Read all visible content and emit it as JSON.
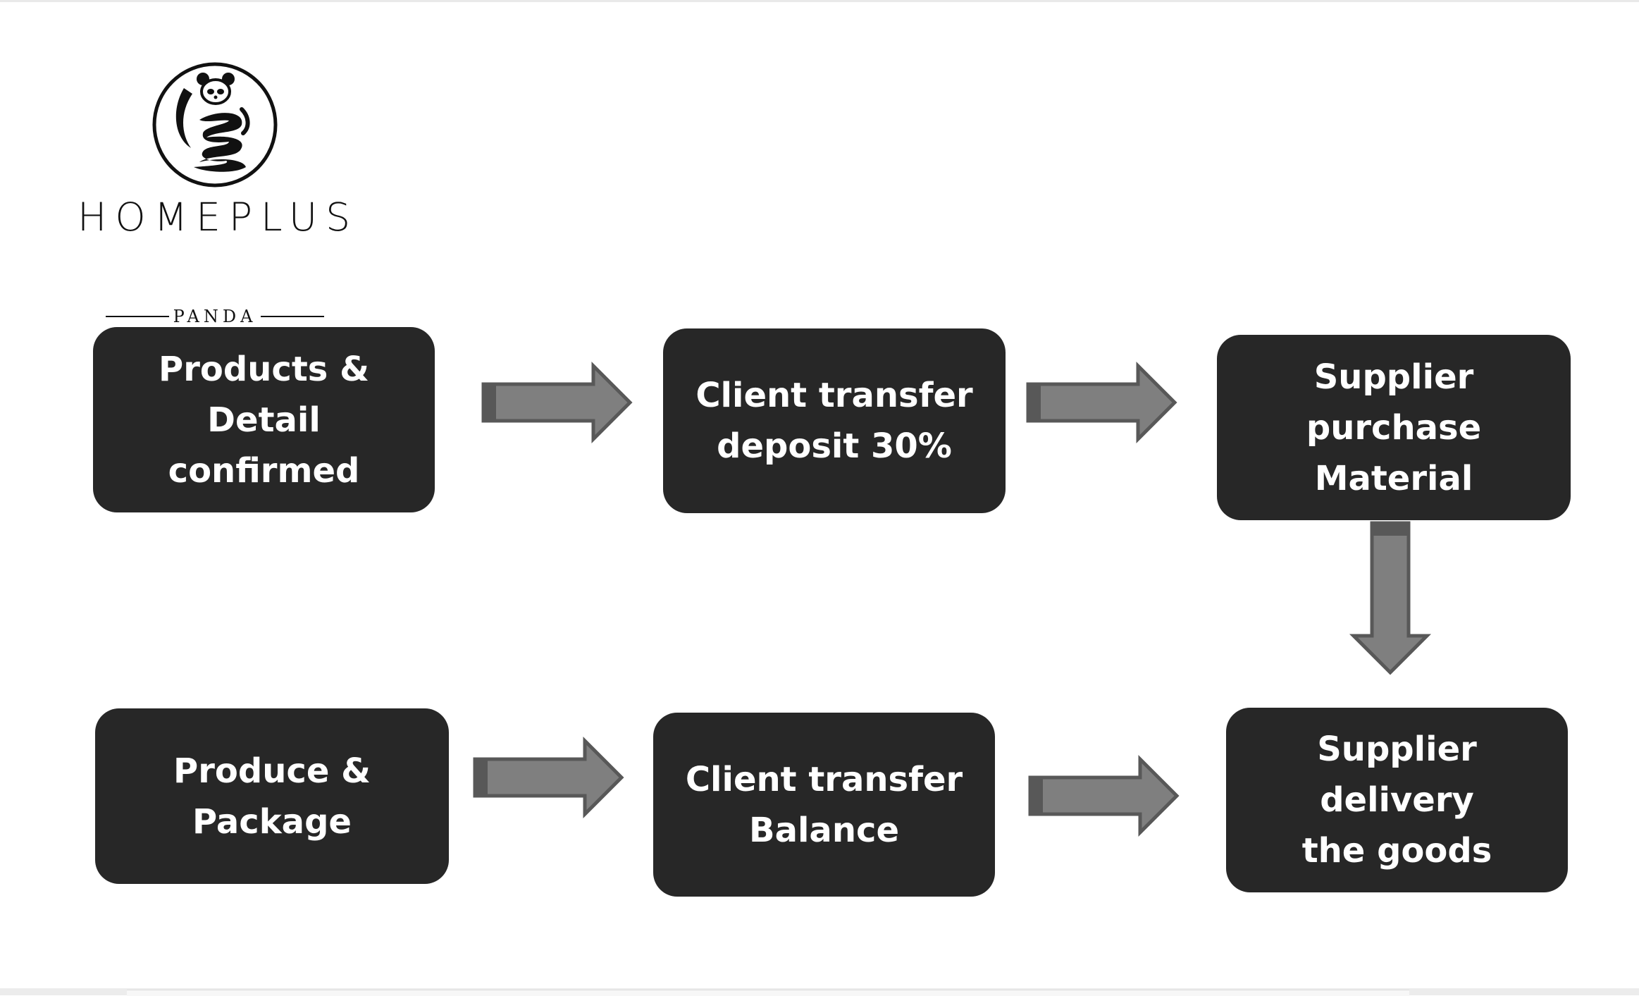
{
  "logo": {
    "wordmark": "HOMEPLUS",
    "subtitle": "PANDA"
  },
  "steps": [
    {
      "id": "products-detail-confirmed",
      "label": "Products &\nDetail confirmed"
    },
    {
      "id": "client-transfer-deposit",
      "label": "Client transfer\ndeposit 30%"
    },
    {
      "id": "supplier-purchase-material",
      "label": "Supplier purchase\nMaterial"
    },
    {
      "id": "supplier-delivery-goods",
      "label": "Supplier delivery\nthe goods"
    },
    {
      "id": "client-transfer-balance",
      "label": "Client transfer\nBalance"
    },
    {
      "id": "produce-package",
      "label": "Produce &\nPackage"
    }
  ],
  "colors": {
    "box": "#272727",
    "box_text": "#ffffff",
    "arrow_fill": "#7f7f7f",
    "arrow_stroke": "#585858",
    "logo": "#111111"
  }
}
